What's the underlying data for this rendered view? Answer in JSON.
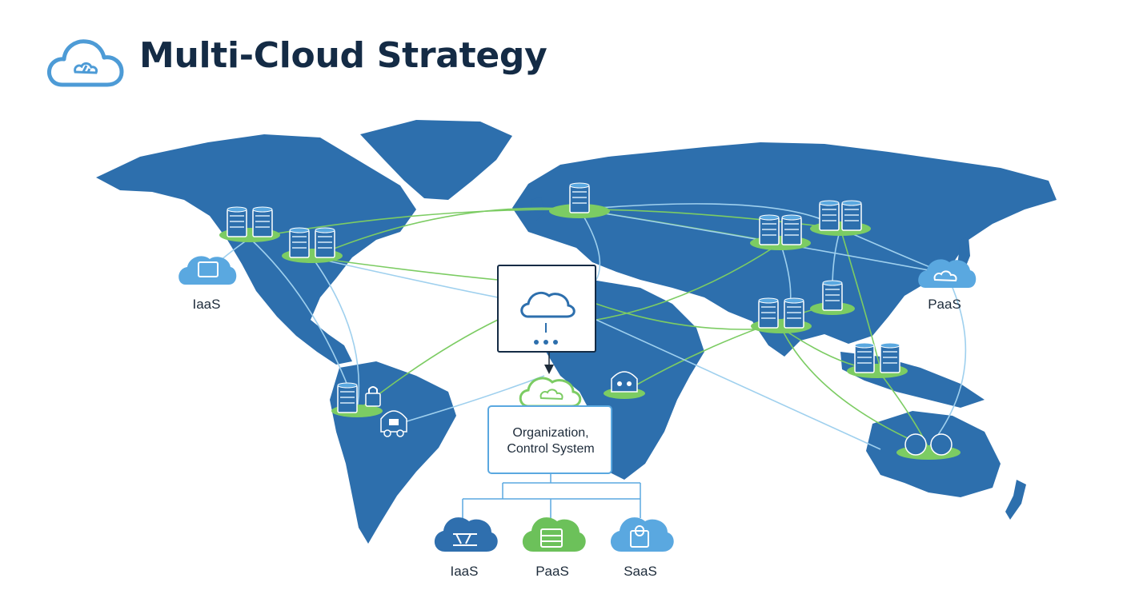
{
  "title": "Multi-Cloud Strategy",
  "control_node": {
    "label_line1": "Organization,",
    "label_line2": "Control System"
  },
  "side_clouds": {
    "left_label": "IaaS",
    "right_label": "PaaS"
  },
  "services": [
    {
      "label": "IaaS",
      "color": "#2f6fae",
      "icon": "network-icon"
    },
    {
      "label": "PaaS",
      "color": "#6cc15a",
      "icon": "database-icon"
    },
    {
      "label": "SaaS",
      "color": "#5aa8e0",
      "icon": "application-icon"
    }
  ],
  "colors": {
    "map": "#2d6fad",
    "accent_green": "#7ccc63",
    "link_light": "#9fd0ee",
    "title": "#142b45"
  }
}
